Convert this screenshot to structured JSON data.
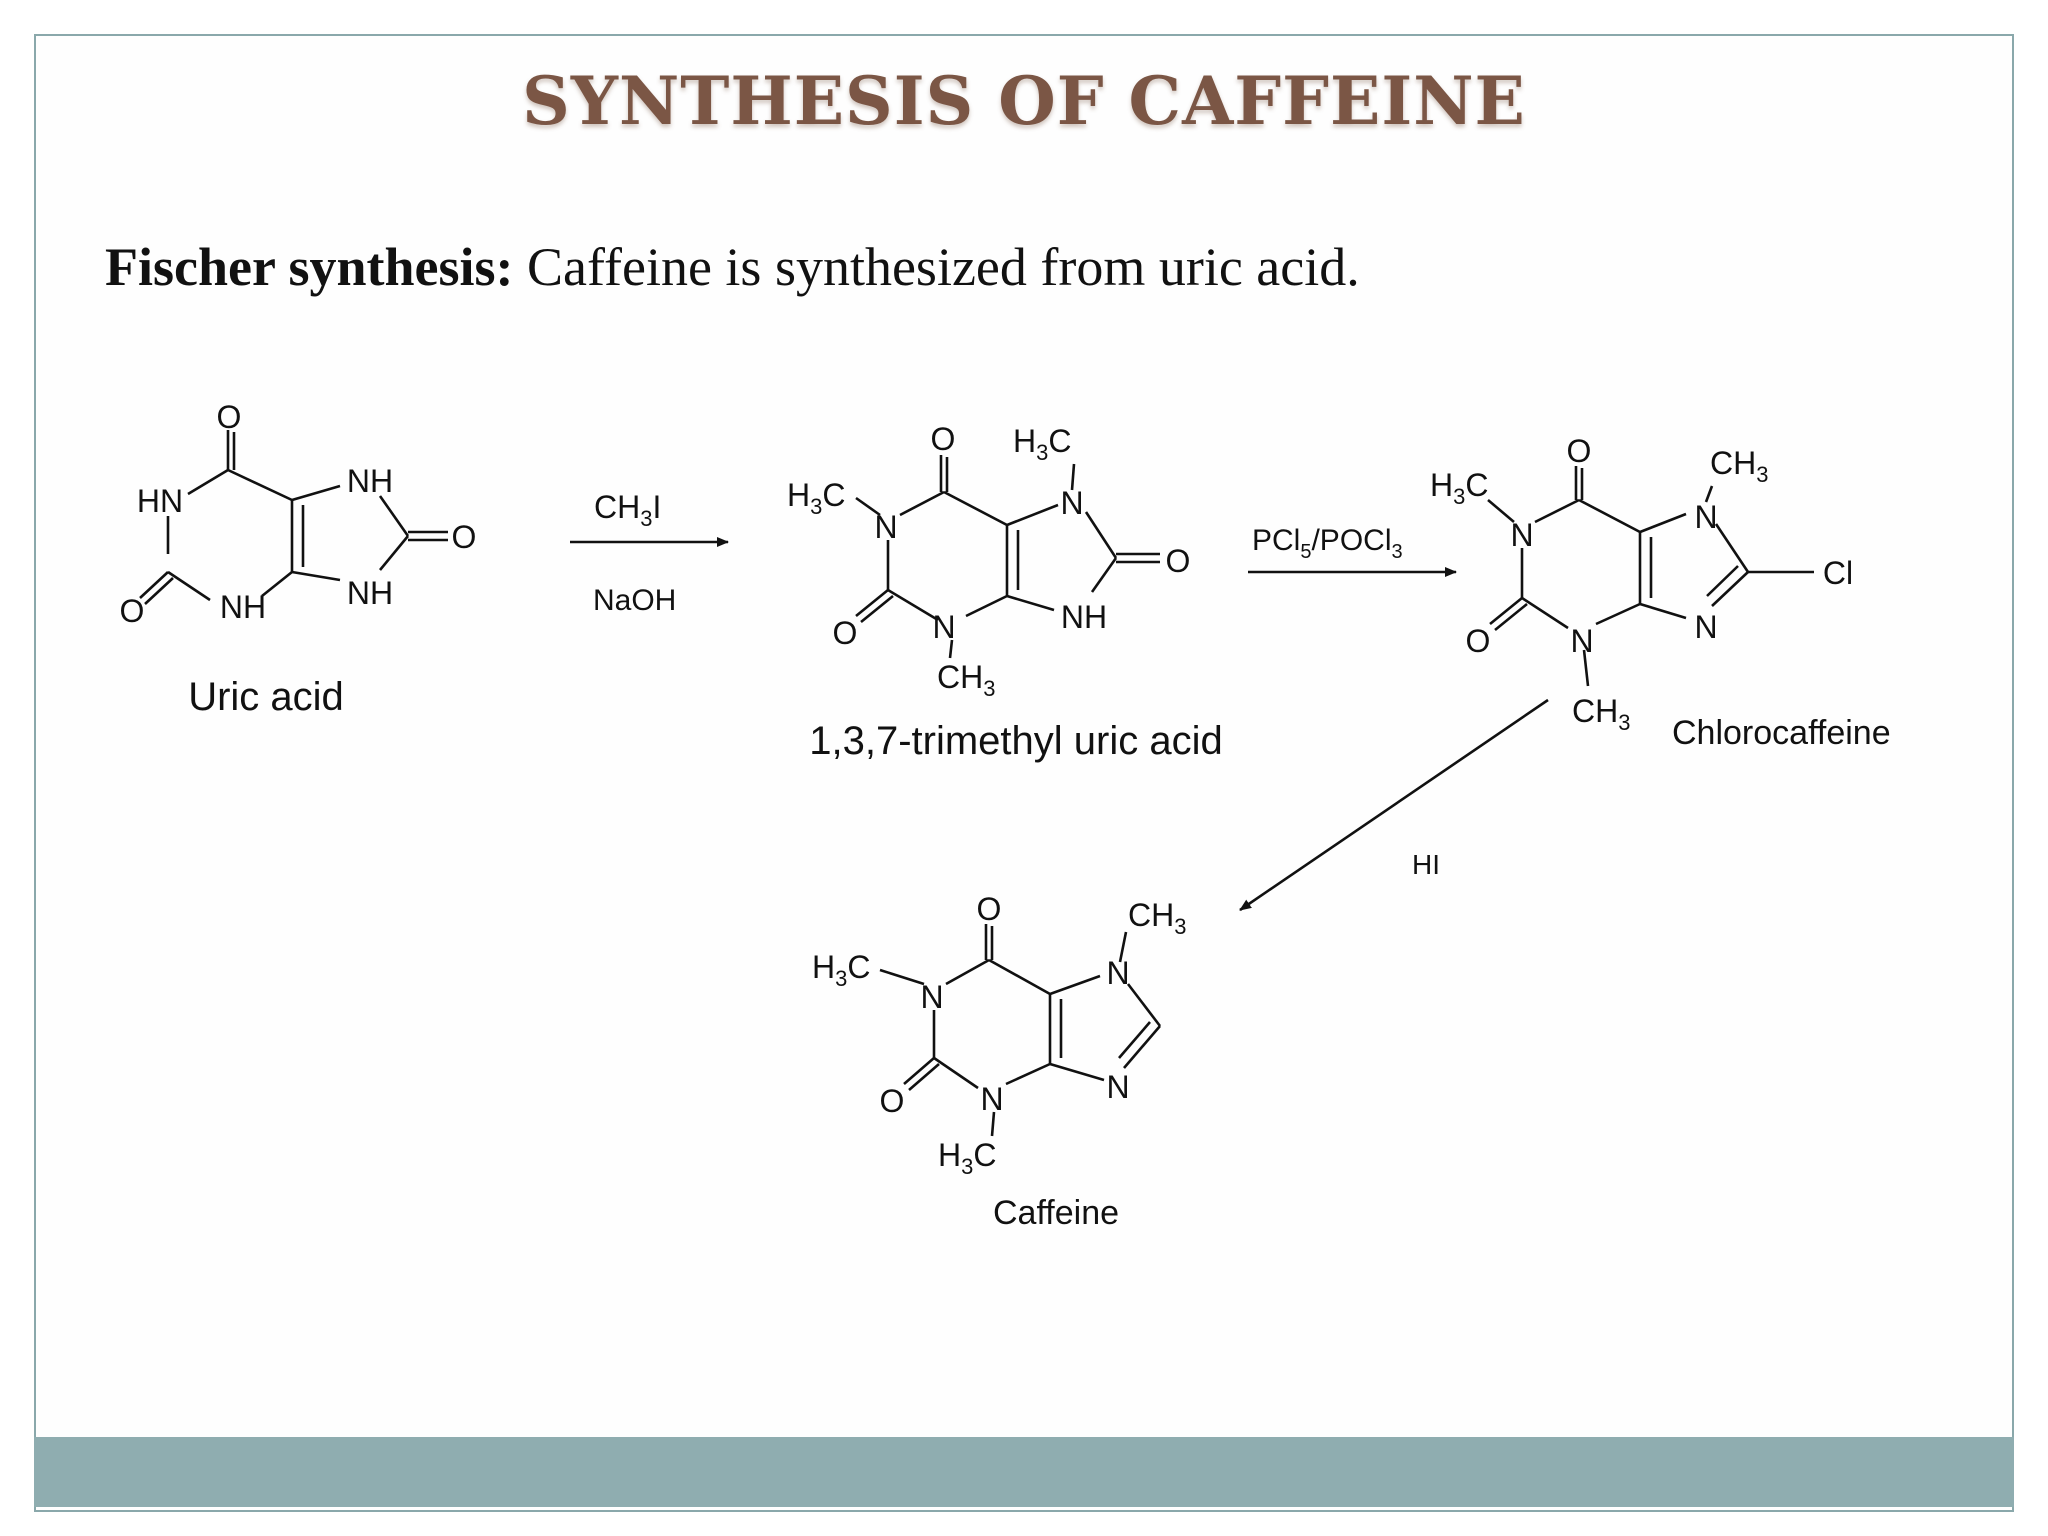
{
  "slide": {
    "title": "SYNTHESIS OF CAFFEINE",
    "intro_bold": "Fischer synthesis:",
    "intro_text": " Caffeine is synthesized from uric acid."
  },
  "compounds": {
    "uric_acid": "Uric acid",
    "trimethyl": "1,3,7-trimethyl uric acid",
    "chlorocaffeine": "Chlorocaffeine",
    "caffeine": "Caffeine"
  },
  "reagents": {
    "step1_top": "CH3I",
    "step1_bottom": "NaOH",
    "step2_top": "PCl5/POCl3",
    "step3": "HI"
  },
  "atoms": {
    "O": "O",
    "N": "N",
    "NH": "NH",
    "HN": "HN",
    "Cl": "Cl",
    "H3C": "H3C",
    "CH3": "CH3"
  },
  "colors": {
    "title": "#7b5645",
    "frame": "#8aa8ab",
    "footer": "#8fadb0"
  }
}
